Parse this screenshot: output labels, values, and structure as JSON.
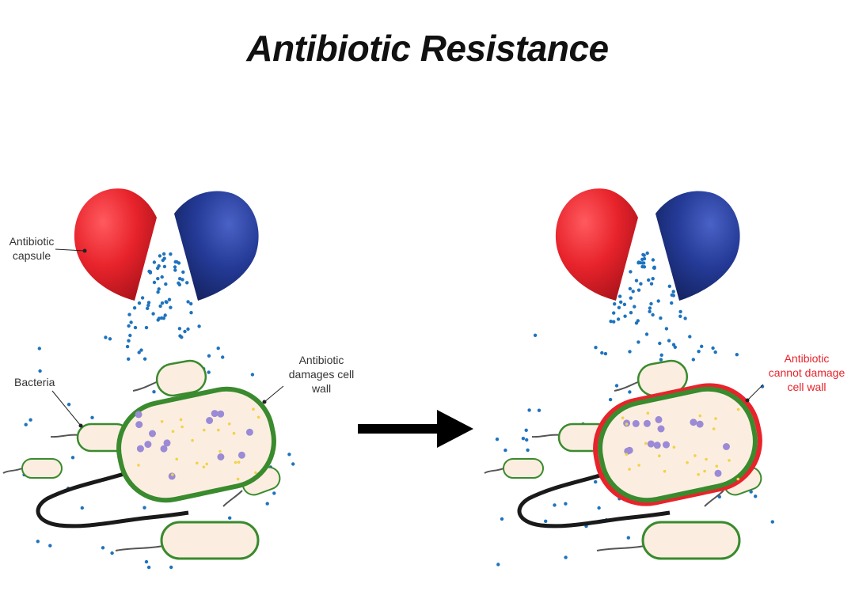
{
  "title": "Antibiotic Resistance",
  "labels": {
    "capsule_line1": "Antibiotic",
    "capsule_line2": "capsule",
    "bacteria": "Bacteria",
    "damages_line1": "Antibiotic",
    "damages_line2": "damages cell",
    "damages_line3": "wall",
    "cannot_line1": "Antibiotic",
    "cannot_line2": "cannot damage",
    "cannot_line3": "cell wall"
  },
  "colors": {
    "capsule_red": "#e8232b",
    "capsule_blue": "#243a96",
    "particle_blue": "#1e73be",
    "cell_wall_green": "#3a8a2e",
    "cell_fill": "#fbeee0",
    "resistant_outline_red": "#e8232b",
    "arrow": "#000000"
  }
}
